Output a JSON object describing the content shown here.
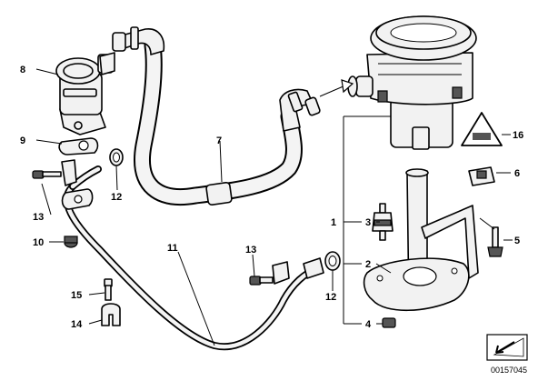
{
  "callouts": {
    "c1": "1",
    "c2": "2",
    "c3": "3",
    "c4": "4",
    "c5": "5",
    "c6": "6",
    "c7": "7",
    "c8": "8",
    "c9": "9",
    "c10": "10",
    "c11": "11",
    "c12a": "12",
    "c12b": "12",
    "c13a": "13",
    "c13b": "13",
    "c14": "14",
    "c15": "15",
    "c16": "16"
  },
  "document_number": "00157045",
  "icons": {
    "warning_label": "triangle-label-icon",
    "nav_arrow": "arrow-down-left-icon"
  }
}
